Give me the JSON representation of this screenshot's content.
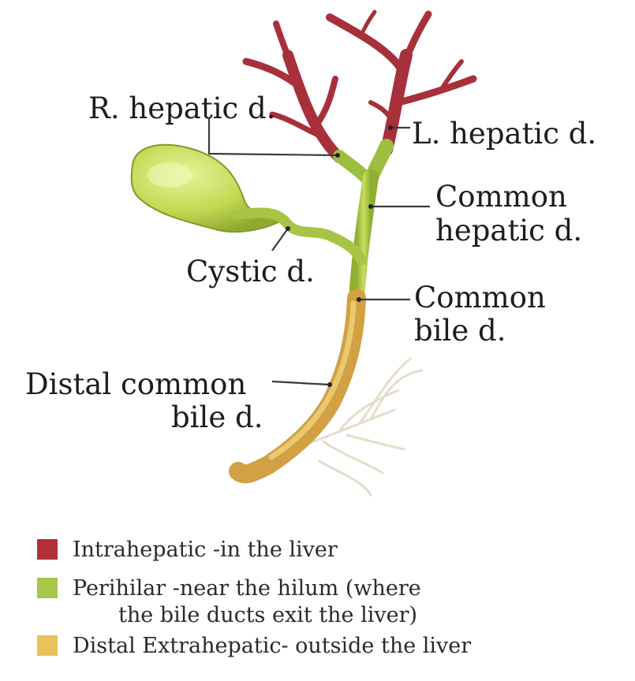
{
  "labels": {
    "r_hepatic": "R. hepatic d.",
    "l_hepatic": "L. hepatic d.",
    "common_hepatic_1": "Common",
    "common_hepatic_2": "hepatic d.",
    "cystic": "Cystic d.",
    "common_bile_1": "Common",
    "common_bile_2": "bile d.",
    "distal_1": "Distal common",
    "distal_2": "bile d."
  },
  "legend": [
    {
      "color": "#b0303a",
      "line1": "Intrahepatic -in the liver",
      "line2": ""
    },
    {
      "color": "#a6c84a",
      "line1": "Perihilar -near the hilum (where",
      "line2": "the bile ducts exit the liver)"
    },
    {
      "color": "#e8c25a",
      "line1": "Distal Extrahepatic- outside the liver",
      "line2": ""
    }
  ],
  "colors": {
    "intrahepatic": "#b0303a",
    "perihilar": "#a6c84a",
    "extrahepatic": "#d4a447",
    "gallbladder": "#c6dd5a",
    "pancreatic_duct": "#e8dcc6"
  }
}
